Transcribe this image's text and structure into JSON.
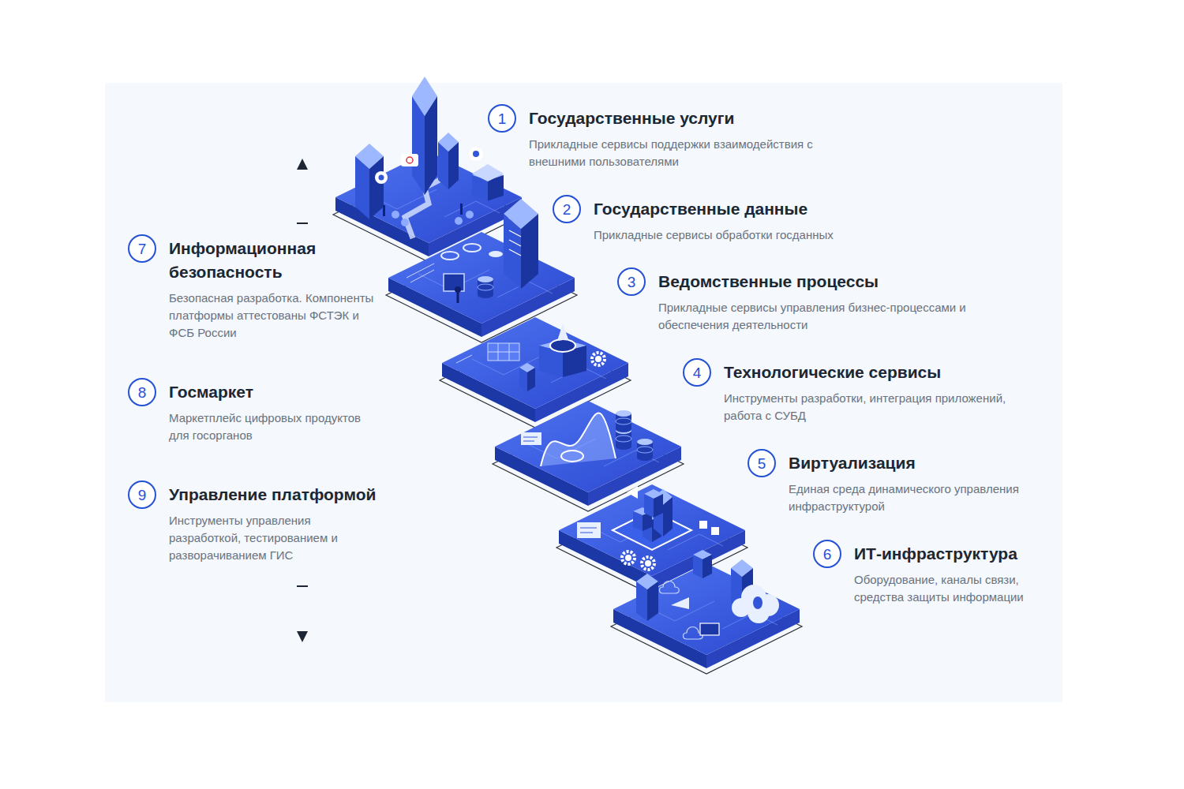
{
  "diagram": {
    "nodes": [
      {
        "text": [
          "1",
          "Государственные услуги",
          "Прикладные сервисы поддержки взаимодействия с внешними пользователями"
        ]
      },
      {
        "text": [
          "2",
          "Государственные данные",
          "Прикладные сервисы обработки госданных"
        ]
      },
      {
        "text": [
          "3",
          "Ведомственные процессы",
          "Прикладные сервисы управления бизнес-процессами и обеспечения деятельности"
        ]
      },
      {
        "text": [
          "4",
          "Технологические сервисы",
          "Инструменты разработки, интеграция приложений, работа с СУБД"
        ]
      },
      {
        "text": [
          "5",
          "Виртуализация",
          "Единая среда динамического управления инфраструктурой"
        ]
      },
      {
        "text": [
          "6",
          "ИТ-инфраструктура",
          "Оборудование, каналы связи, средства защиты информации"
        ]
      },
      {
        "text": [
          "7",
          "Информационная безопасность",
          "Безопасная разработка. Компоненты платформы аттестованы ФСТЭК и ФСБ России"
        ]
      },
      {
        "text": [
          "8",
          "Госмаркет",
          "Маркетплейс цифровых продуктов для госорганов"
        ]
      },
      {
        "text": [
          "9",
          "Управление платформой",
          "Инструменты управления разработкой, тестированием и разворачиванием ГИС"
        ]
      }
    ]
  }
}
